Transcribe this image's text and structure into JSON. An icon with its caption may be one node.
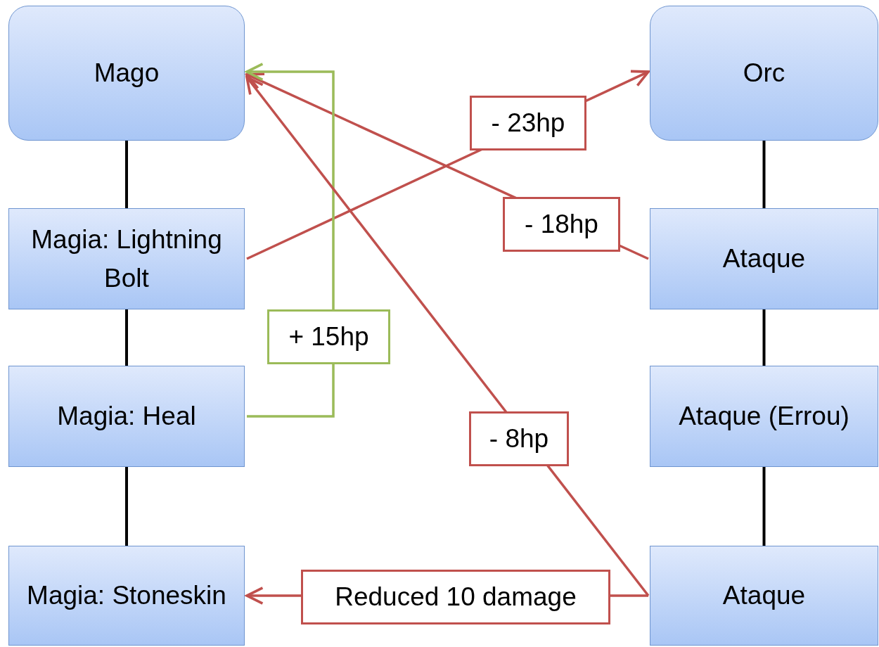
{
  "diagram": {
    "nodes": [
      {
        "text": [
          "Mago"
        ]
      },
      {
        "text": [
          "Magia: Lightning Bolt"
        ]
      },
      {
        "text": [
          "Magia: Heal"
        ]
      },
      {
        "text": [
          "Magia: Stoneskin"
        ]
      },
      {
        "text": [
          "Orc"
        ]
      },
      {
        "text": [
          "Ataque"
        ]
      },
      {
        "text": [
          "Ataque (Errou)"
        ]
      },
      {
        "text": [
          "Ataque"
        ]
      }
    ],
    "edges": [
      {
        "from": 0,
        "to": 1,
        "arrow": "none"
      },
      {
        "from": 1,
        "to": 2,
        "arrow": "none"
      },
      {
        "from": 2,
        "to": 3,
        "arrow": "none"
      },
      {
        "from": 4,
        "to": 5,
        "arrow": "none"
      },
      {
        "from": 5,
        "to": 6,
        "arrow": "none"
      },
      {
        "from": 6,
        "to": 7,
        "arrow": "none"
      },
      {
        "from": 1,
        "to": 4,
        "arrow": "to",
        "label": "- 23hp",
        "color": "#c0504d"
      },
      {
        "from": 5,
        "to": 0,
        "arrow": "to",
        "label": "- 18hp",
        "color": "#c0504d"
      },
      {
        "from": 2,
        "to": 0,
        "arrow": "to",
        "label": "+ 15hp",
        "color": "#9bbb59"
      },
      {
        "from": 7,
        "to": 0,
        "arrow": "to",
        "label": "- 8hp",
        "color": "#c0504d"
      },
      {
        "from": 7,
        "to": 3,
        "arrow": "to",
        "label": "Reduced 10 damage",
        "color": "#c0504d"
      }
    ]
  }
}
